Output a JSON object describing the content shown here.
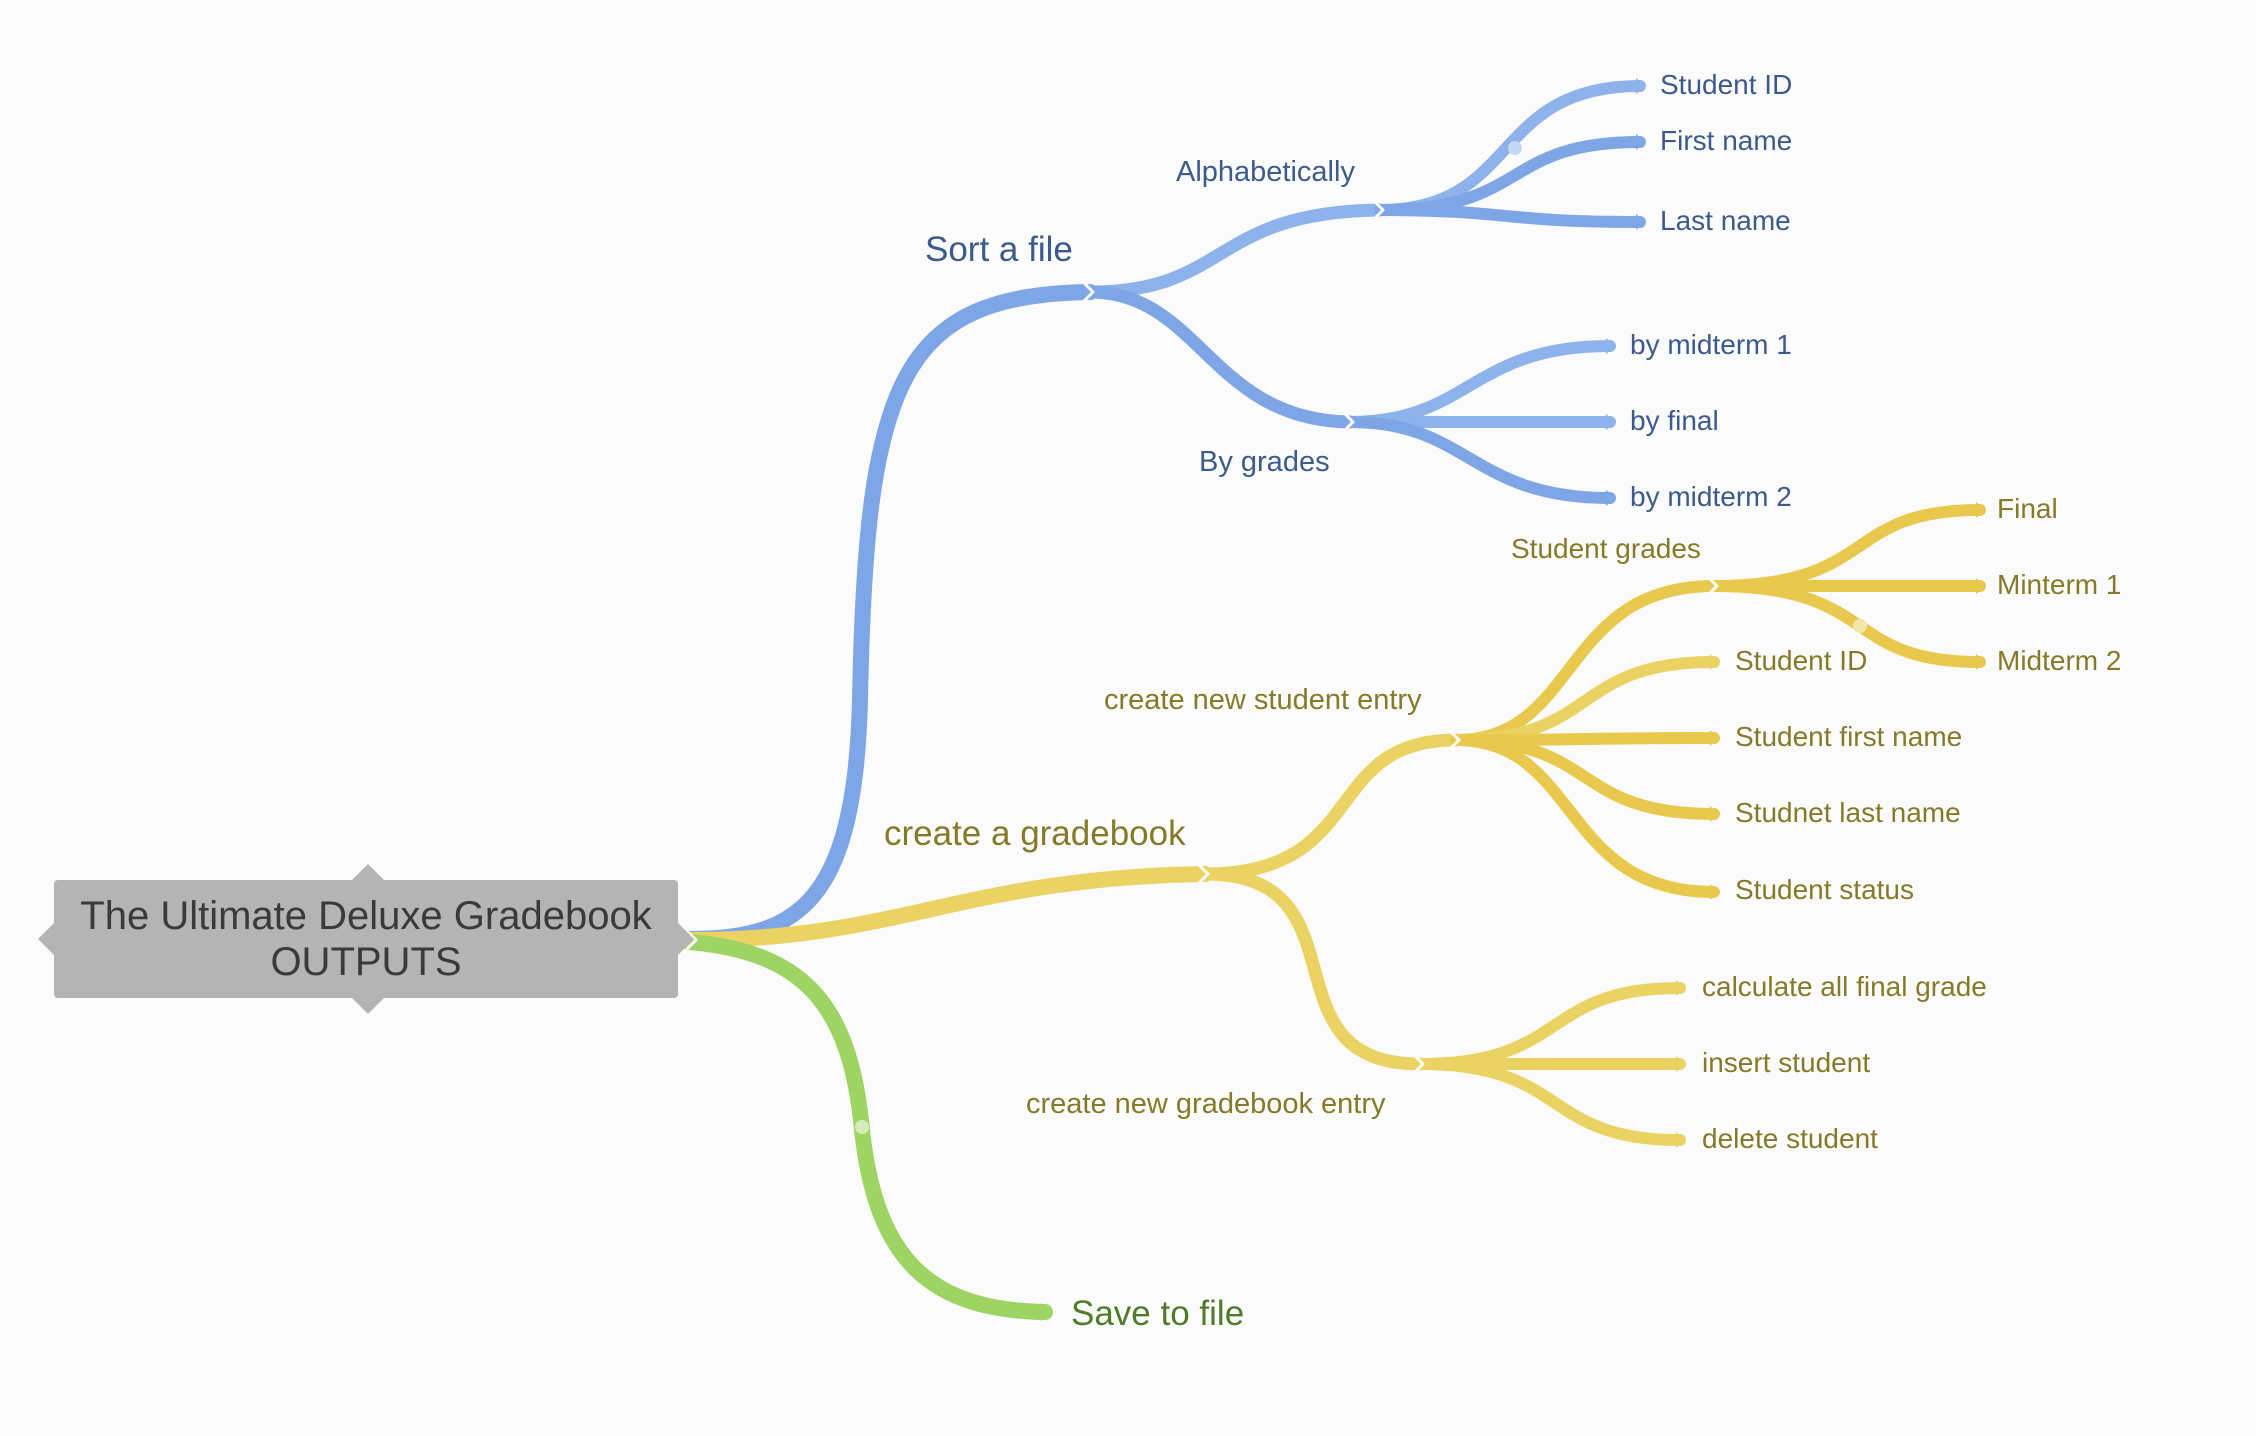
{
  "colors": {
    "blue": "#7ea6e6",
    "blue_light": "#8eb2ec",
    "yellow": "#ead362",
    "yellow_deep": "#e8c94e",
    "green": "#9dd464",
    "root_fill": "#b4b4b4"
  },
  "root": {
    "line1": "The Ultimate Deluxe Gradebook",
    "line2": "OUTPUTS"
  },
  "sort": {
    "label": "Sort a file",
    "alphabetically": {
      "label": "Alphabetically",
      "items": [
        "Student ID",
        "First name",
        "Last name"
      ]
    },
    "by_grades": {
      "label": "By grades",
      "items": [
        "by midterm 1",
        "by final",
        "by midterm 2"
      ]
    }
  },
  "gradebook": {
    "label": "create a gradebook",
    "student_entry": {
      "label": "create new student entry",
      "student_grades": {
        "label": "Student grades",
        "items": [
          "Final",
          "Minterm 1",
          "Midterm 2"
        ]
      },
      "items": [
        "Student ID",
        "Student first name",
        "Studnet last name",
        "Student status"
      ]
    },
    "gradebook_entry": {
      "label": "create new gradebook entry",
      "items": [
        "calculate all final grade",
        "insert student",
        "delete student"
      ]
    }
  },
  "save": {
    "label": "Save to file"
  }
}
